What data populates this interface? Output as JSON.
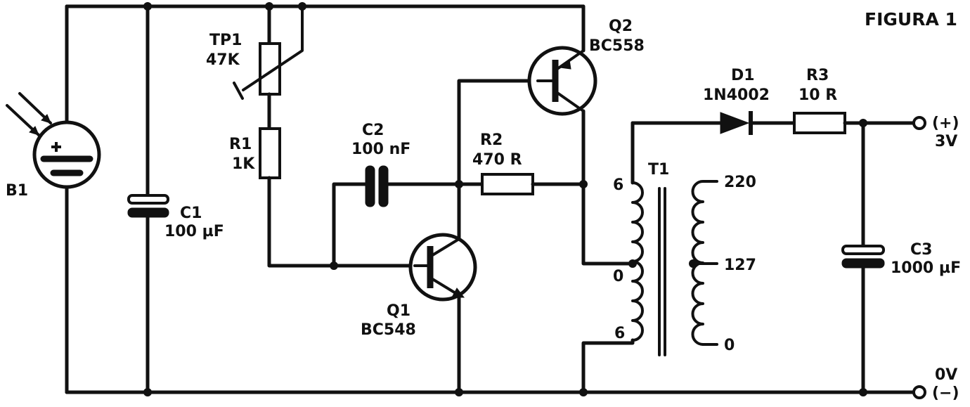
{
  "figure_title": "FIGURA 1",
  "components": {
    "b1": {
      "ref": "B1"
    },
    "c1": {
      "ref": "C1",
      "value": "100 µF"
    },
    "tp1": {
      "ref": "TP1",
      "value": "47K"
    },
    "r1": {
      "ref": "R1",
      "value": "1K"
    },
    "c2": {
      "ref": "C2",
      "value": "100 nF"
    },
    "r2": {
      "ref": "R2",
      "value": "470 R"
    },
    "q1": {
      "ref": "Q1",
      "value": "BC548"
    },
    "q2": {
      "ref": "Q2",
      "value": "BC558"
    },
    "t1": {
      "ref": "T1",
      "primary_top": "6",
      "primary_center": "0",
      "primary_bottom": "6",
      "secondary_top": "220",
      "secondary_mid": "127",
      "secondary_bottom": "0"
    },
    "d1": {
      "ref": "D1",
      "value": "1N4002"
    },
    "r3": {
      "ref": "R3",
      "value": "10 R"
    },
    "c3": {
      "ref": "C3",
      "value": "1000 µF"
    }
  },
  "terminals": {
    "positive_symbol": "(+)",
    "positive_voltage": "3V",
    "negative_voltage": "0V",
    "negative_symbol": "(−)"
  }
}
